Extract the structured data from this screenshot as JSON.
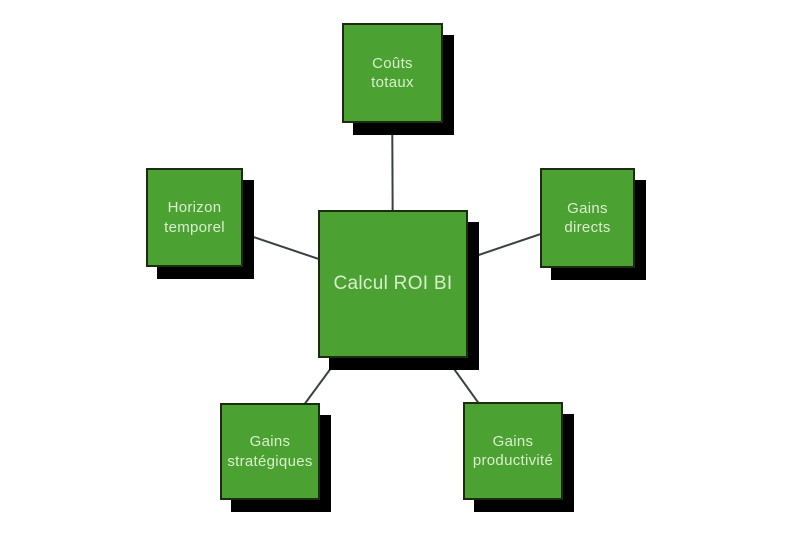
{
  "diagram": {
    "type": "radial-diagram",
    "center": {
      "label": "Calcul ROI BI"
    },
    "nodes": [
      {
        "id": "couts-totaux",
        "position": "top",
        "label": "Coûts totaux"
      },
      {
        "id": "gains-directs",
        "position": "right",
        "label": "Gains directs"
      },
      {
        "id": "gains-productivite",
        "position": "bottom-right",
        "label": "Gains productivité"
      },
      {
        "id": "gains-strategiques",
        "position": "bottom-left",
        "label": "Gains stratégiques"
      },
      {
        "id": "horizon-temporel",
        "position": "left",
        "label": "Horizon temporel"
      }
    ],
    "colors": {
      "background": "#ffffff",
      "node_fill": "#4ba233",
      "node_border": "#1b2c10",
      "node_shadow": "#000000",
      "node_text": "#d9eecb",
      "connector": "#37433b"
    }
  }
}
